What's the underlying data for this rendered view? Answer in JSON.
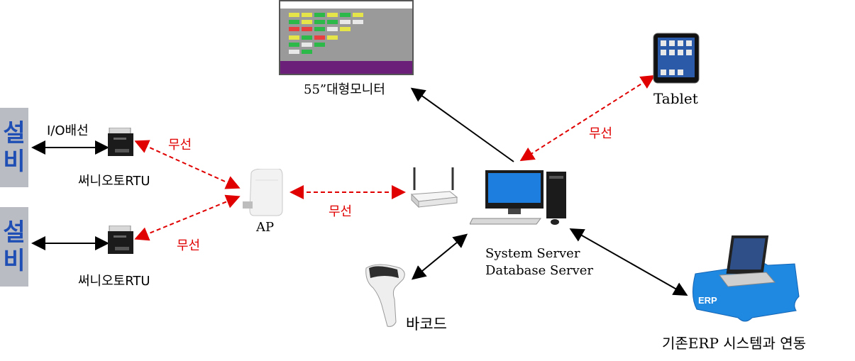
{
  "equipment": {
    "top": [
      "설",
      "비"
    ],
    "bottom": [
      "설",
      "비"
    ]
  },
  "io_wiring_label": "I/O배선",
  "rtu_label_top": "써니오토RTU",
  "rtu_label_bottom": "써니오토RTU",
  "wireless_label": "무선",
  "ap_label": "AP",
  "monitor_label": "55”대형모니터",
  "tablet_label": "Tablet",
  "server_label_1": "System Server",
  "server_label_2": "Database Server",
  "barcode_label": "바코드",
  "erp_label": "기존ERP 시스템과 연동",
  "erp_badge": "ERP",
  "colors": {
    "wireless": "#e00000",
    "equipment_text": "#1f4fb5",
    "equipment_bg": "#b9bcc2"
  }
}
